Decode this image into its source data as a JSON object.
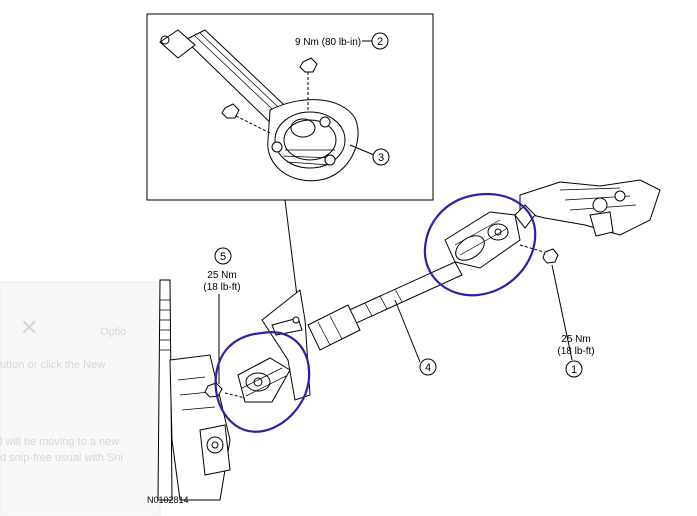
{
  "figure_id": "N0102814",
  "callouts": [
    {
      "number": "1",
      "torque_nm": "25 Nm",
      "torque_imperial": "(18 lb-ft)"
    },
    {
      "number": "2",
      "torque_nm": "9 Nm (80 lb-in)",
      "torque_imperial": ""
    },
    {
      "number": "3",
      "torque_nm": "",
      "torque_imperial": ""
    },
    {
      "number": "4",
      "torque_nm": "",
      "torque_imperial": ""
    },
    {
      "number": "5",
      "torque_nm": "25 Nm",
      "torque_imperial": "(18 lb-ft)"
    }
  ],
  "annotation_color": "#2b22a8",
  "background_ui_ghost": [
    "utton or click the New",
    "l will be moving to a new",
    "d snip-free usual with Sni",
    "Optio"
  ]
}
